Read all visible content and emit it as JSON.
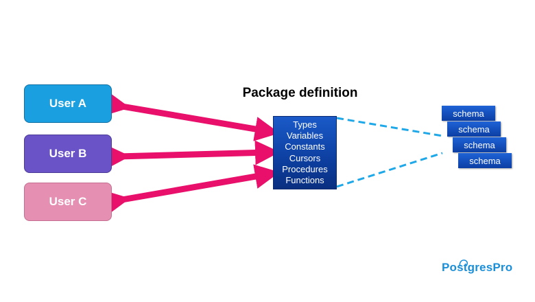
{
  "title": "Package definition",
  "users": [
    {
      "label": "User A"
    },
    {
      "label": "User B"
    },
    {
      "label": "User C"
    }
  ],
  "package_items": [
    "Types",
    "Variables",
    "Constants",
    "Cursors",
    "Procedures",
    "Functions"
  ],
  "schemas": [
    "schema",
    "schema",
    "schema",
    "schema"
  ],
  "logo": {
    "text": "PostgresPro"
  },
  "colors": {
    "user_a": "#1aa0e0",
    "user_b": "#6a52c7",
    "user_c": "#e590b2",
    "arrow": "#e8106a",
    "dashed_line": "#1fa8e8",
    "package_box": "#0d3fa0",
    "logo": "#1a8fd8"
  }
}
